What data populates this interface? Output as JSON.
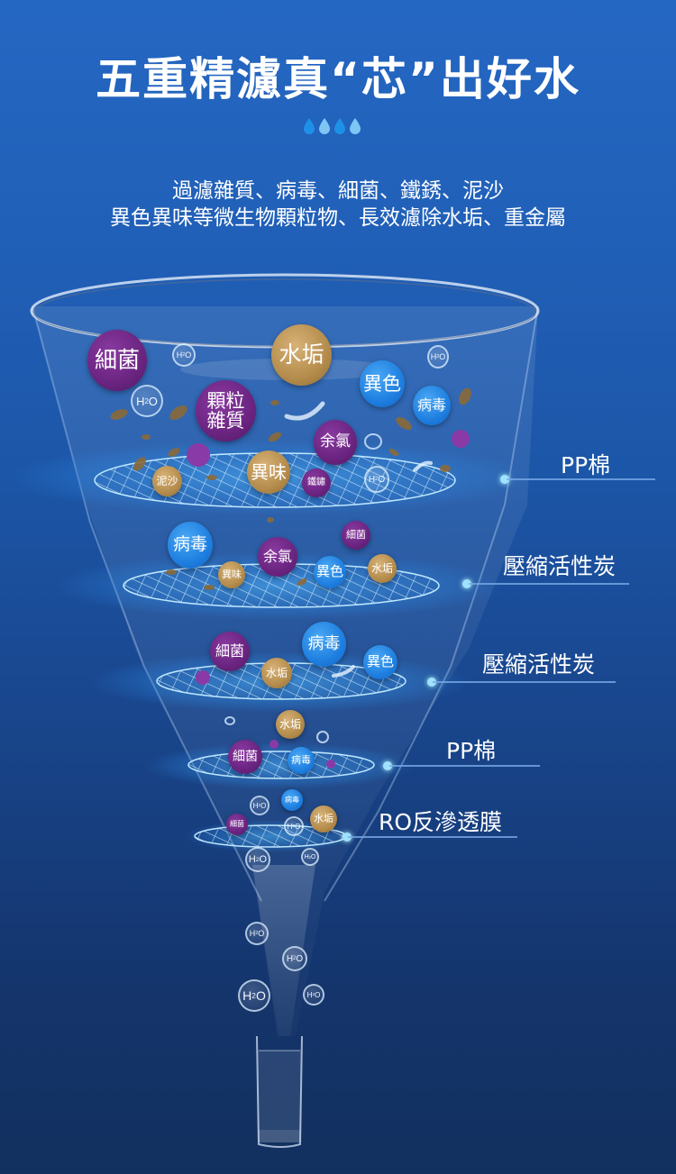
{
  "header": {
    "title": "五重精濾真“芯”出好水",
    "drops_icon": "water-drops-icon",
    "subtitle_line1": "過濾雜質、病毒、細菌、鐵銹、泥沙",
    "subtitle_line2": "異色異味等微生物顆粒物、長效濾除水垢、重金屬"
  },
  "colors": {
    "purple": "#6a2480",
    "gold": "#b48c4c",
    "blue": "#1e7fe0",
    "drop_dark": "#1e90e8",
    "drop_light": "#7fc6f5"
  },
  "h2o_label": "H2O",
  "layers": [
    {
      "label": "PP棉"
    },
    {
      "label": "壓縮活性炭"
    },
    {
      "label": "壓縮活性炭"
    },
    {
      "label": "PP棉"
    },
    {
      "label": "RO反滲透膜"
    }
  ],
  "bubbles": {
    "top": [
      {
        "text": "細菌",
        "color": "purple"
      },
      {
        "text": "水垢",
        "color": "gold"
      },
      {
        "text": "異色",
        "color": "blue"
      },
      {
        "text": "病毒",
        "color": "blue"
      },
      {
        "text": "顆粒\n雜質",
        "line1": "顆粒",
        "line2": "雜質",
        "color": "purple"
      },
      {
        "text": "余氯",
        "color": "purple"
      },
      {
        "text": "異味",
        "color": "gold"
      },
      {
        "text": "泥沙",
        "color": "gold"
      },
      {
        "text": "鐵鏽",
        "color": "purple"
      }
    ],
    "layer2": [
      {
        "text": "病毒",
        "color": "blue"
      },
      {
        "text": "余氯",
        "color": "purple"
      },
      {
        "text": "細菌",
        "color": "purple"
      },
      {
        "text": "異味",
        "color": "gold"
      },
      {
        "text": "異色",
        "color": "blue"
      },
      {
        "text": "水垢",
        "color": "gold"
      }
    ],
    "layer3": [
      {
        "text": "細菌",
        "color": "purple"
      },
      {
        "text": "病毒",
        "color": "blue"
      },
      {
        "text": "水垢",
        "color": "gold"
      },
      {
        "text": "異色",
        "color": "blue"
      }
    ],
    "layer4": [
      {
        "text": "水垢",
        "color": "gold"
      },
      {
        "text": "細菌",
        "color": "purple"
      },
      {
        "text": "病毒",
        "color": "blue"
      }
    ],
    "layer5": [
      {
        "text": "病毒",
        "color": "blue"
      },
      {
        "text": "細菌",
        "color": "purple"
      },
      {
        "text": "水垢",
        "color": "gold"
      }
    ]
  }
}
